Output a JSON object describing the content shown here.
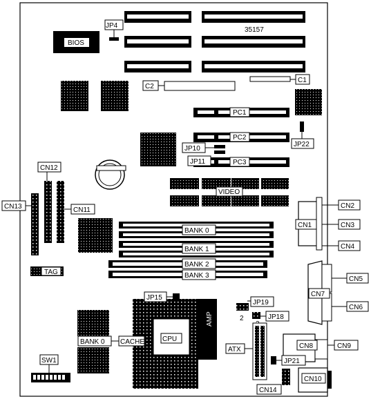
{
  "board": {
    "model": "35157",
    "labels": {
      "bios": "BIOS",
      "jp4": "JP4",
      "c1": "C1",
      "c2": "C2",
      "pc1": "PC1",
      "pc2": "PC2",
      "pc3": "PC3",
      "jp22": "JP22",
      "jp10": "JP10",
      "jp11": "JP11",
      "cn12": "CN12",
      "cn13": "CN13",
      "cn11": "CN11",
      "video": "VIDEO",
      "cn1": "CN1",
      "cn2": "CN2",
      "cn3": "CN3",
      "cn4": "CN4",
      "bank0": "BANK 0",
      "bank1": "BANK 1",
      "bank2": "BANK 2",
      "bank3": "BANK 3",
      "tag": "TAG",
      "cn5": "CN5",
      "cn6": "CN6",
      "cn7": "CN7",
      "jp15": "JP15",
      "jp19": "JP19",
      "jp18": "JP18",
      "pin2": "2",
      "cache_bank": "BANK 0",
      "cache": "CACHE",
      "cpu": "CPU",
      "amp": "AMP",
      "atx": "ATX",
      "cn8": "CN8",
      "cn9": "CN9",
      "jp21": "JP21",
      "sw1": "SW1",
      "cn10": "CN10",
      "cn14": "CN14"
    }
  }
}
